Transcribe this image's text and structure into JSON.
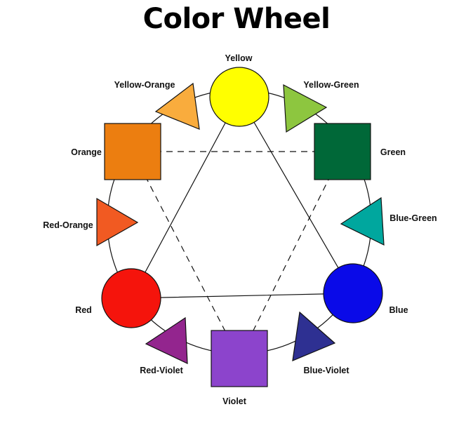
{
  "title": "Color Wheel",
  "colors": {
    "yellow": "#FFFF00",
    "yellow_orange": "#F9AC3D",
    "orange": "#EC7E10",
    "red_orange": "#F15A22",
    "red": "#F5140C",
    "red_violet": "#93258E",
    "violet": "#8C44CC",
    "blue_violet": "#2E3092",
    "blue": "#0A0AE8",
    "blue_green": "#00A79E",
    "green": "#006838",
    "yellow_green": "#8DC63F",
    "outline": "#111111"
  },
  "labels": {
    "yellow": "Yellow",
    "yellow_orange": "Yellow-Orange",
    "orange": "Orange",
    "red_orange": "Red-Orange",
    "red": "Red",
    "red_violet": "Red-Violet",
    "violet": "Violet",
    "blue_violet": "Blue-Violet",
    "blue": "Blue",
    "blue_green": "Blue-Green",
    "green": "Green",
    "yellow_green": "Yellow-Green"
  }
}
